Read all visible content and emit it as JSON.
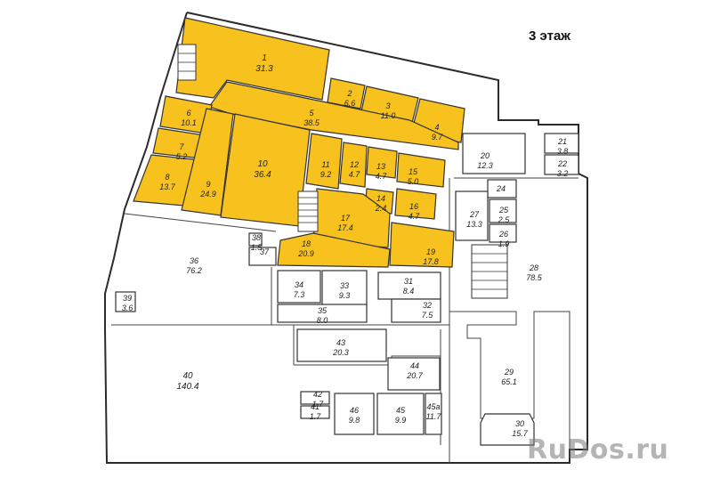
{
  "floor_title": "3 этаж",
  "watermark": "RuDos.ru",
  "colors": {
    "rented": "#f7c21e",
    "free": "#ffffff",
    "walls": "#2b2b2b"
  },
  "rooms": [
    {
      "num": "1",
      "area": "31.3",
      "shaded": true
    },
    {
      "num": "2",
      "area": "6.6",
      "shaded": true
    },
    {
      "num": "3",
      "area": "11.0",
      "shaded": true
    },
    {
      "num": "4",
      "area": "9.7",
      "shaded": true
    },
    {
      "num": "5",
      "area": "38.5",
      "shaded": true
    },
    {
      "num": "6",
      "area": "10.1",
      "shaded": true
    },
    {
      "num": "7",
      "area": "5.2",
      "shaded": true
    },
    {
      "num": "8",
      "area": "13.7",
      "shaded": true
    },
    {
      "num": "9",
      "area": "24.9",
      "shaded": true
    },
    {
      "num": "10",
      "area": "36.4",
      "shaded": true
    },
    {
      "num": "11",
      "area": "9.2",
      "shaded": true
    },
    {
      "num": "12",
      "area": "4.7",
      "shaded": true
    },
    {
      "num": "13",
      "area": "4.7",
      "shaded": true
    },
    {
      "num": "14",
      "area": "2.4",
      "shaded": true
    },
    {
      "num": "15",
      "area": "5.0",
      "shaded": true
    },
    {
      "num": "16",
      "area": "4.7",
      "shaded": true
    },
    {
      "num": "17",
      "area": "17.4",
      "shaded": true
    },
    {
      "num": "18",
      "area": "20.9",
      "shaded": true
    },
    {
      "num": "19",
      "area": "17.8",
      "shaded": true
    },
    {
      "num": "20",
      "area": "12.3",
      "shaded": false
    },
    {
      "num": "21",
      "area": "3.8",
      "shaded": false
    },
    {
      "num": "22",
      "area": "3.2",
      "shaded": false
    },
    {
      "num": "24",
      "area": "",
      "shaded": false
    },
    {
      "num": "25",
      "area": "2.5",
      "shaded": false
    },
    {
      "num": "26",
      "area": "1.9",
      "shaded": false
    },
    {
      "num": "27",
      "area": "13.3",
      "shaded": false
    },
    {
      "num": "28",
      "area": "78.5",
      "shaded": false
    },
    {
      "num": "29",
      "area": "65.1",
      "shaded": false
    },
    {
      "num": "30",
      "area": "15.7",
      "shaded": false
    },
    {
      "num": "31",
      "area": "8.4",
      "shaded": false
    },
    {
      "num": "32",
      "area": "7.5",
      "shaded": false
    },
    {
      "num": "33",
      "area": "9.3",
      "shaded": false
    },
    {
      "num": "34",
      "area": "7.3",
      "shaded": false
    },
    {
      "num": "35",
      "area": "8.0",
      "shaded": false
    },
    {
      "num": "36",
      "area": "76.2",
      "shaded": false
    },
    {
      "num": "37",
      "area": "",
      "shaded": false
    },
    {
      "num": "38",
      "area": "1.5",
      "shaded": false
    },
    {
      "num": "39",
      "area": "3.6",
      "shaded": false
    },
    {
      "num": "40",
      "area": "140.4",
      "shaded": false
    },
    {
      "num": "41",
      "area": "1.7",
      "shaded": false
    },
    {
      "num": "42",
      "area": "1.7",
      "shaded": false
    },
    {
      "num": "43",
      "area": "20.3",
      "shaded": false
    },
    {
      "num": "44",
      "area": "20.7",
      "shaded": false
    },
    {
      "num": "45",
      "area": "9.9",
      "shaded": false
    },
    {
      "num": "45a",
      "area": "11.7",
      "shaded": false
    },
    {
      "num": "46",
      "area": "9.8",
      "shaded": false
    }
  ]
}
